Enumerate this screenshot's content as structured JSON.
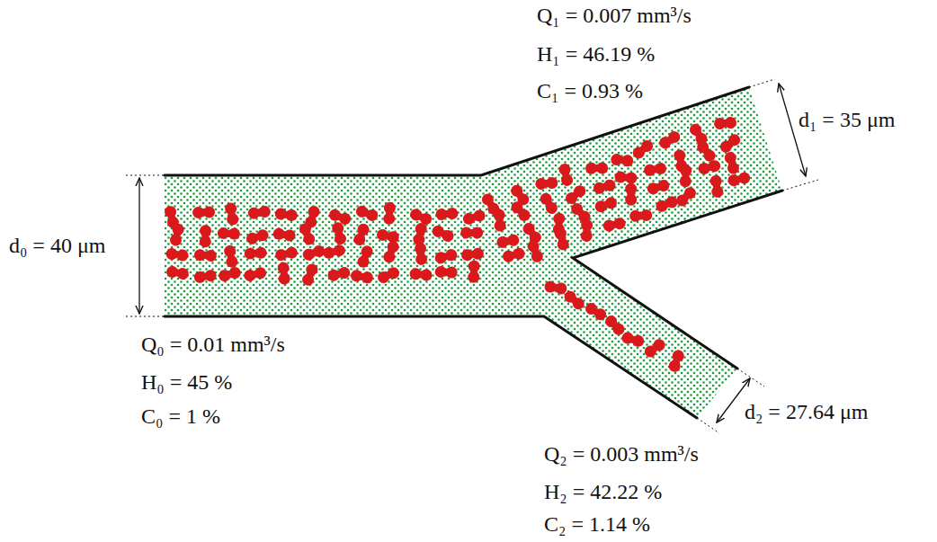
{
  "diagram": {
    "labels": [
      "Q₁ = 0.007 mm³/s",
      "H₁ = 46.19 %",
      "C₁ = 0.93 %",
      "d₁ = 35 μm",
      "d₀ = 40 μm",
      "Q₀ = 0.01 mm³/s",
      "H₀ = 45 %",
      "C₀ = 1 %",
      "d₂ = 27.64 μm",
      "Q₂ = 0.003 mm³/s",
      "H₂ = 42.22 %",
      "C₂ = 1.14 %"
    ]
  }
}
